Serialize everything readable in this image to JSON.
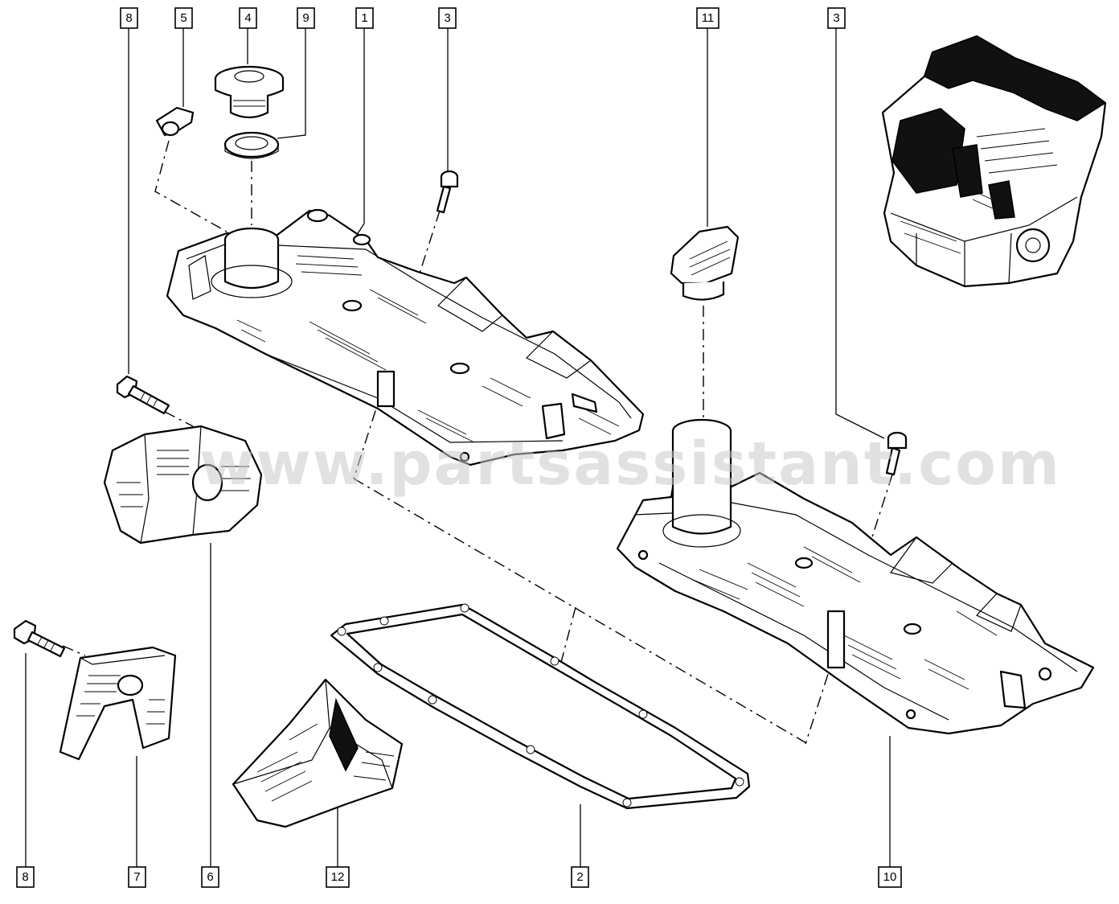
{
  "callouts": [
    {
      "id": "c8-top",
      "label": "8"
    },
    {
      "id": "c5",
      "label": "5"
    },
    {
      "id": "c4",
      "label": "4"
    },
    {
      "id": "c9",
      "label": "9"
    },
    {
      "id": "c1",
      "label": "1"
    },
    {
      "id": "c3-left",
      "label": "3"
    },
    {
      "id": "c11",
      "label": "11"
    },
    {
      "id": "c3-right",
      "label": "3"
    },
    {
      "id": "c8-bottom",
      "label": "8"
    },
    {
      "id": "c7",
      "label": "7"
    },
    {
      "id": "c6",
      "label": "6"
    },
    {
      "id": "c12",
      "label": "12"
    },
    {
      "id": "c2",
      "label": "2"
    },
    {
      "id": "c10",
      "label": "10"
    }
  ],
  "watermark": "www.partsassistant.com"
}
